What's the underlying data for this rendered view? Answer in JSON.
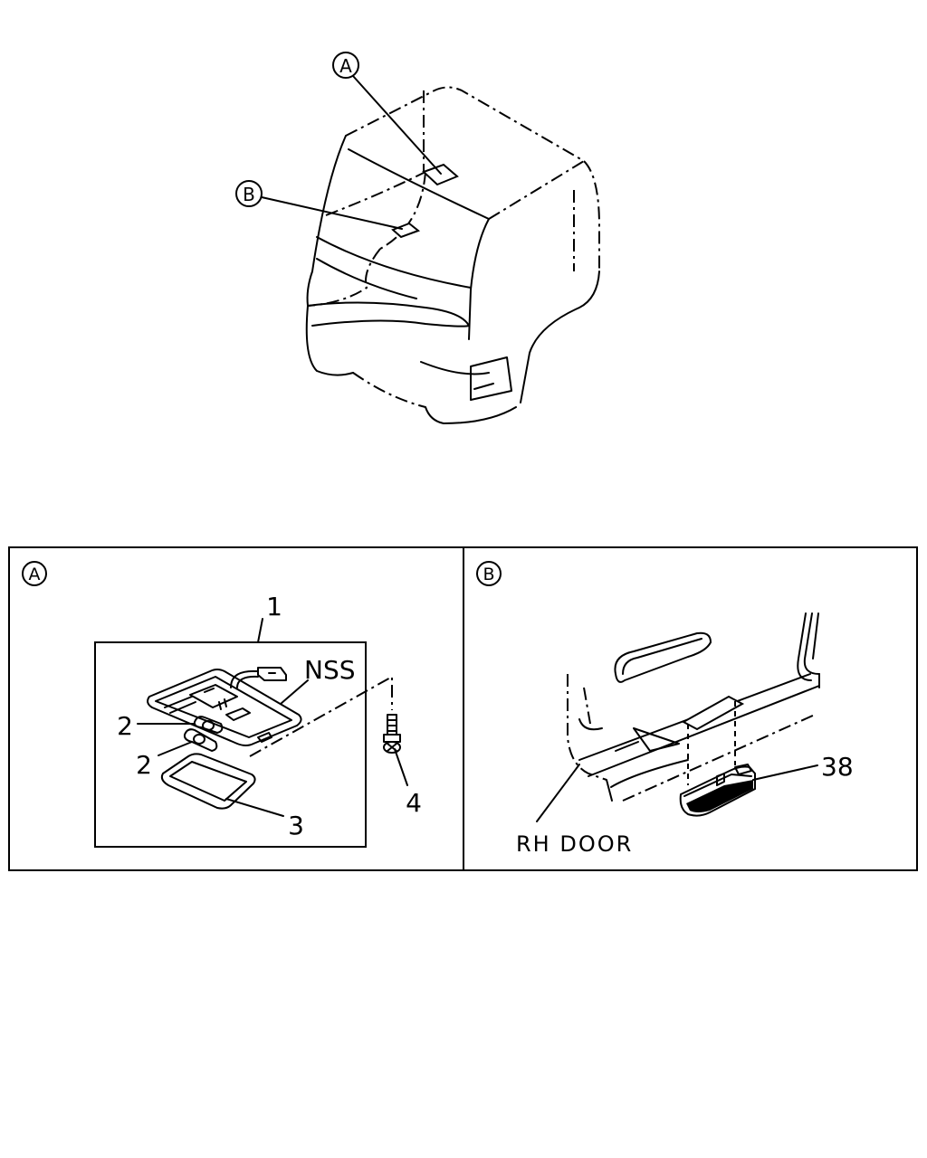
{
  "callouts": {
    "a": "A",
    "b": "B"
  },
  "panel_a": {
    "marker": "A",
    "labels": {
      "part_1": "1",
      "part_2_upper": "2",
      "part_2_lower": "2",
      "part_3": "3",
      "part_4": "4",
      "nss": "NSS"
    }
  },
  "panel_b": {
    "marker": "B",
    "labels": {
      "part_38": "38",
      "rh_door": "RH DOOR"
    }
  }
}
